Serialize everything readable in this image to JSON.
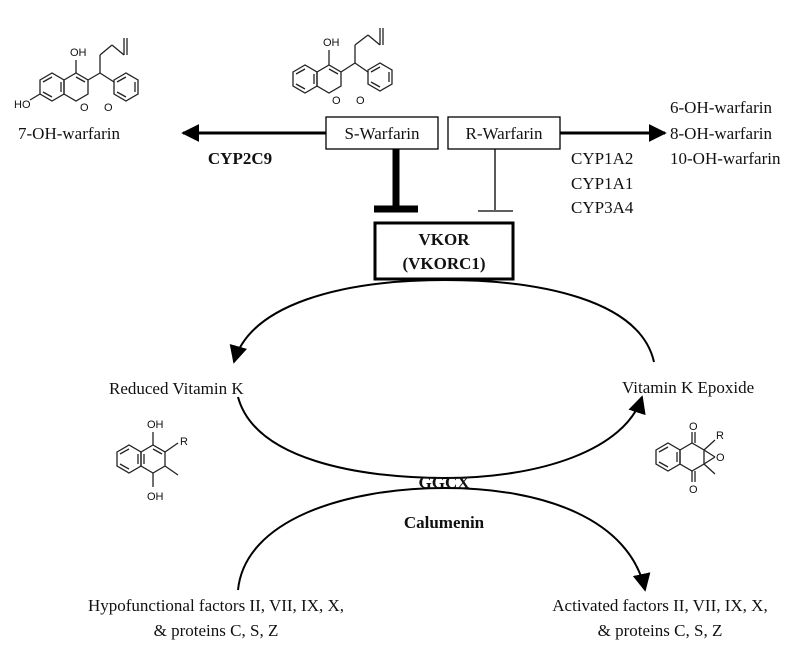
{
  "substrates": {
    "s_warfarin": "S-Warfarin",
    "r_warfarin": "R-Warfarin"
  },
  "enzyme_box": {
    "line1": "VKOR",
    "line2": "(VKORC1)"
  },
  "left_metabolism": {
    "product": "7-OH-warfarin",
    "enzyme": "CYP2C9"
  },
  "right_metabolism": {
    "products": [
      "6-OH-warfarin",
      "8-OH-warfarin",
      "10-OH-warfarin"
    ],
    "enzymes": [
      "CYP1A2",
      "CYP1A1",
      "CYP3A4"
    ]
  },
  "cycle": {
    "reduced": "Reduced Vitamin K",
    "epoxide": "Vitamin K Epoxide",
    "carboxylase": "GGCX",
    "cofactor": "Calumenin"
  },
  "factors": {
    "hypo_line1": "Hypofunctional factors II, VII, IX, X,",
    "hypo_line2": "& proteins C, S, Z",
    "active_line1": "Activated factors II, VII, IX, X,",
    "active_line2": "& proteins C, S, Z"
  },
  "atoms": {
    "oh": "OH",
    "ho": "HO",
    "o": "O",
    "r": "R"
  }
}
